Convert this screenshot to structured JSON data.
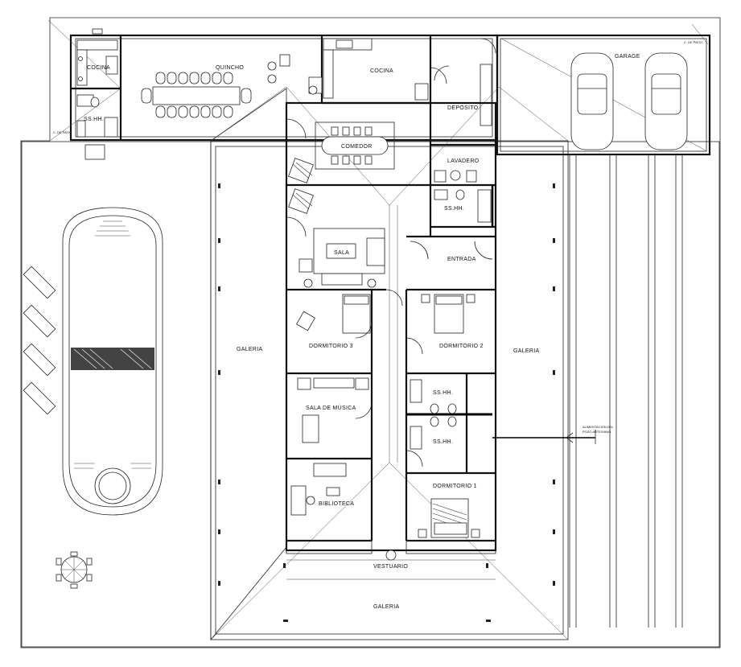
{
  "rooms": {
    "cocina_quincho": "COCINA",
    "quincho": "QUINCHO",
    "ss_hh_quincho": "SS.HH.",
    "c_de_patio_left": "C. DE PATIO",
    "c_de_patio_right": "C. DE PATIO",
    "cocina": "COCINA",
    "deposito": "DEPOSITO",
    "garage": "GARAGE",
    "comedor": "COMEDOR",
    "lavadero": "LAVADERO",
    "ss_hh_entrada": "SS.HH.",
    "entrada": "ENTRADA",
    "sala": "SALA",
    "dormitorio_3": "DORMITORIO 3",
    "dormitorio_2": "DORMITORIO 2",
    "galeria_left": "GALERIA",
    "galeria_right": "GALERIA",
    "galeria_bottom": "GALERIA",
    "ss_hh_upper": "SS.HH.",
    "ss_hh_lower": "SS.HH.",
    "sala_musica": "SALA DE MÚSICA",
    "dormitorio_1": "DORMITORIO 1",
    "biblioteca": "BIBLIOTECA",
    "vestuario": "VESTUARIO"
  },
  "annotations": {
    "alimentacion_line1": "ALIMENTACION DEL",
    "alimentacion_line2": "POZO ARTESIANO"
  },
  "colors": {
    "line": "#111111",
    "background": "#ffffff"
  }
}
